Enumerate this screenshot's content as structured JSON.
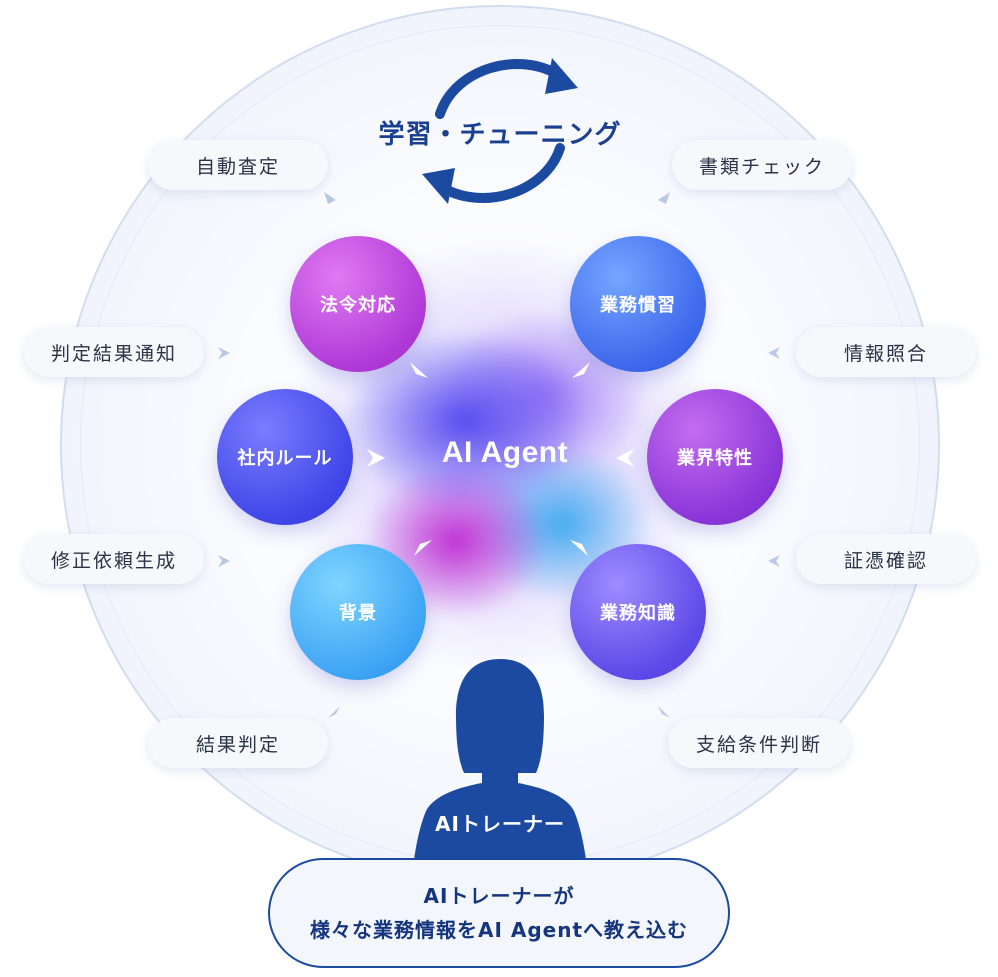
{
  "cycle": {
    "label": "学習・チューニング"
  },
  "core": {
    "label": "AI Agent"
  },
  "nodes": {
    "hourei": "法令対応",
    "kanshu": "業務慣習",
    "shanai": "社内ルール",
    "gyokai": "業界特性",
    "haikei": "背景",
    "chishiki": "業務知識"
  },
  "tasks": {
    "jidou_satei": "自動査定",
    "shorui_check": "書類チェック",
    "hantei_tsuchi": "判定結果通知",
    "jouhou_shougou": "情報照合",
    "shusei_irai": "修正依頼生成",
    "shouhyou_kakunin": "証憑確認",
    "kekka_hantei": "結果判定",
    "shikyu_hantei": "支給条件判断"
  },
  "trainer": {
    "label": "AIトレーナー"
  },
  "caption": {
    "line1": "AIトレーナーが",
    "line2": "様々な業務情報をAI Agentへ教え込む"
  },
  "colors": {
    "navy": "#1b3f8f",
    "ring": "#d2ddef",
    "arrow": "#1b4aa0",
    "trainer": "#1b4aa0"
  },
  "icons": [
    "cycle-arrows-icon",
    "trainer-silhouette-icon",
    "triangle-pointer-icon"
  ]
}
